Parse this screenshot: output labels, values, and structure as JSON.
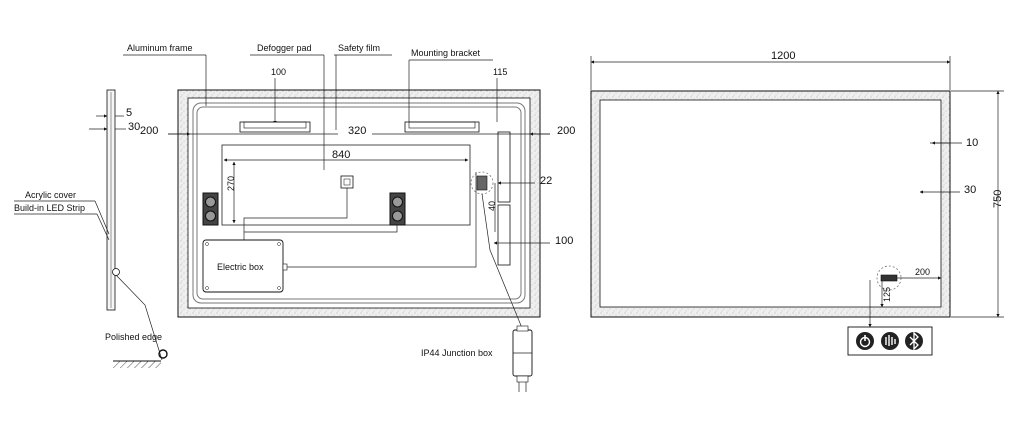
{
  "callouts": {
    "aluminum_frame": "Aluminum frame",
    "defogger_pad": "Defogger pad",
    "safety_film": "Safety film",
    "mounting_bracket": "Mounting bracket",
    "acrylic_cover": "Acrylic cover",
    "led_strip": "Build-in LED Strip",
    "electric_box": "Electric box",
    "polished_edge": "Polished edge",
    "junction_box": "IP44 Junction box"
  },
  "side_view": {
    "dim_5": "5",
    "dim_30": "30"
  },
  "front_view": {
    "dim_200_left": "200",
    "dim_100_pad": "100",
    "dim_320": "320",
    "dim_115": "115",
    "dim_200_right": "200",
    "dim_840": "840",
    "dim_270": "270",
    "dim_22": "22",
    "dim_40": "40",
    "dim_100_bracket": "100"
  },
  "back_view": {
    "width": "1200",
    "height": "750",
    "dim_10": "10",
    "dim_30": "30",
    "dim_200": "200",
    "dim_125": "125"
  },
  "icons": [
    "power-icon",
    "dimmer-icon",
    "bluetooth-icon"
  ],
  "colors": {
    "line": "#111111",
    "frame_fill": "#e9e9e9"
  }
}
